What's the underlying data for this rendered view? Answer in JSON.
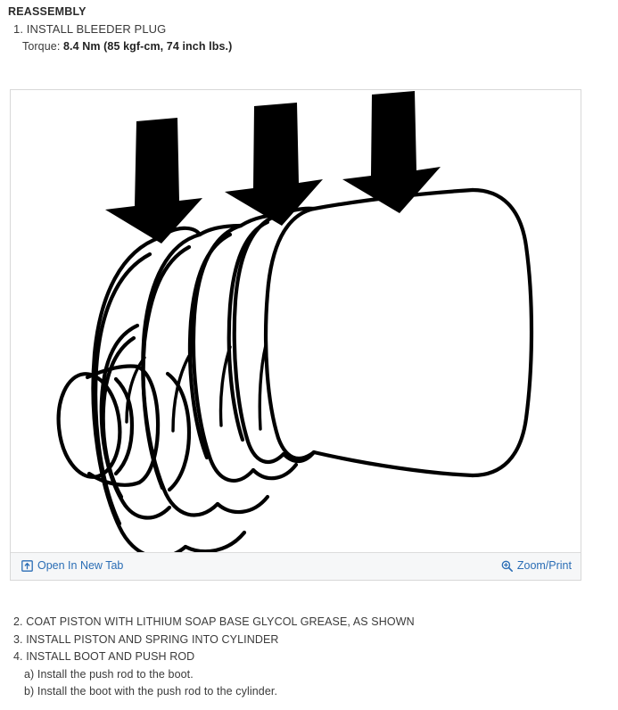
{
  "document": {
    "heading": "REASSEMBLY",
    "step_1": "1. INSTALL BLEEDER PLUG",
    "torque_label": "Torque:",
    "torque_value": "8.4 Nm (85 kgf-cm, 74 inch lbs.)",
    "steps_after_figure": [
      "2. COAT PISTON WITH LITHIUM SOAP BASE GLYCOL GREASE, AS SHOWN",
      "3. INSTALL PISTON AND SPRING INTO CYLINDER",
      "4. INSTALL BOOT AND PUSH ROD"
    ],
    "substeps": [
      "a) Install the push rod to the boot.",
      "b) Install the boot with the push rod to the cylinder."
    ]
  },
  "figure": {
    "alt": "Line drawing of brake master cylinder boot and push rod with three downward arrows",
    "toolbar": {
      "open_new_tab_label": "Open In New Tab",
      "open_new_tab_icon": "open-in-new-tab-icon",
      "zoom_print_label": "Zoom/Print",
      "zoom_print_icon": "magnifier-plus-icon"
    }
  },
  "colors": {
    "link": "#2a6db5",
    "text": "#3a3a3a",
    "heading": "#2b2b2b",
    "panel_border": "#d8d8d8",
    "toolbar_bg": "#f6f7f8",
    "line_art": "#000000",
    "page_bg": "#ffffff"
  }
}
